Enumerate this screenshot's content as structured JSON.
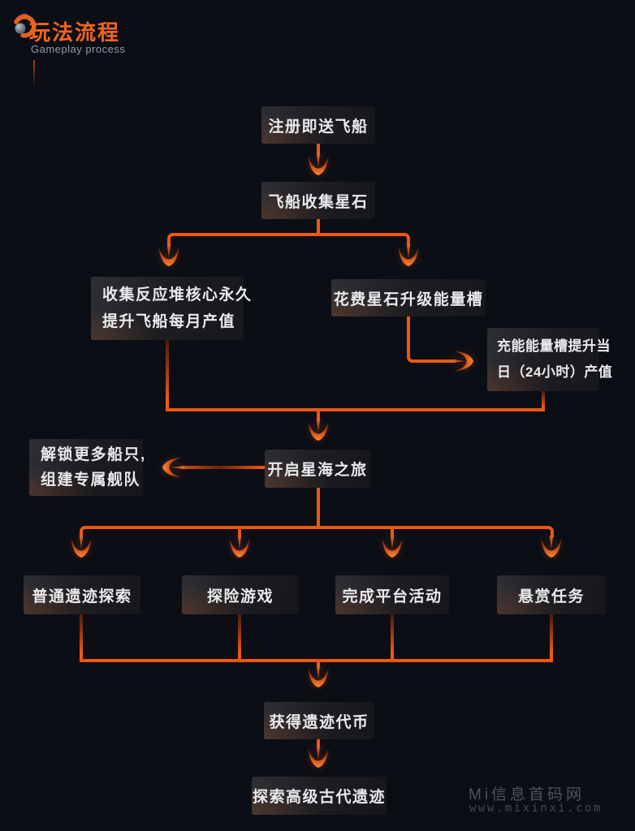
{
  "header": {
    "title": "玩法流程",
    "subtitle": "Gameplay process",
    "icon": "spiral-galaxy-icon"
  },
  "flowchart": {
    "nodes": {
      "register": {
        "label": "注册即送飞船"
      },
      "collect": {
        "label": "飞船收集星石"
      },
      "reactor": {
        "lines": [
          "收集反应堆核心永久",
          "提升飞船每月产值"
        ]
      },
      "upgrade": {
        "label": "花费星石升级能量槽"
      },
      "charge": {
        "lines": [
          "充能能量槽提升当",
          "日（24小时）产值"
        ]
      },
      "journey": {
        "label": "开启星海之旅"
      },
      "unlock": {
        "lines": [
          "解锁更多船只,",
          "组建专属舰队"
        ]
      },
      "ruins": {
        "label": "普通遗迹探索"
      },
      "adventure": {
        "label": "探险游戏"
      },
      "platform": {
        "label": "完成平台活动"
      },
      "bounty": {
        "label": "悬赏任务"
      },
      "token": {
        "label": "获得遗迹代币"
      },
      "ancient": {
        "label": "探索高级古代遗迹"
      }
    },
    "edges": [
      "注册即送飞船 → 飞船收集星石",
      "飞船收集星石 → 收集反应堆核心永久提升飞船每月产值",
      "飞船收集星石 → 花费星石升级能量槽",
      "花费星石升级能量槽 → 充能能量槽提升当日（24小时）产值",
      "收集反应堆核心永久提升飞船每月产值 → 开启星海之旅",
      "充能能量槽提升当日（24小时）产值 → 开启星海之旅",
      "开启星海之旅 → 解锁更多船只,组建专属舰队",
      "开启星海之旅 → 普通遗迹探索",
      "开启星海之旅 → 探险游戏",
      "开启星海之旅 → 完成平台活动",
      "开启星海之旅 → 悬赏任务",
      "普通遗迹探索/探险游戏/完成平台活动/悬赏任务 → 获得遗迹代币",
      "获得遗迹代币 → 探索高级古代遗迹"
    ]
  },
  "watermark": {
    "line1": "Mi信息首码网",
    "line2": "www.mixinxi.com"
  },
  "colors": {
    "bg": "#0c0e15",
    "line": "#ee5712",
    "accent": "#f0641f",
    "text": "#e9eaec"
  }
}
